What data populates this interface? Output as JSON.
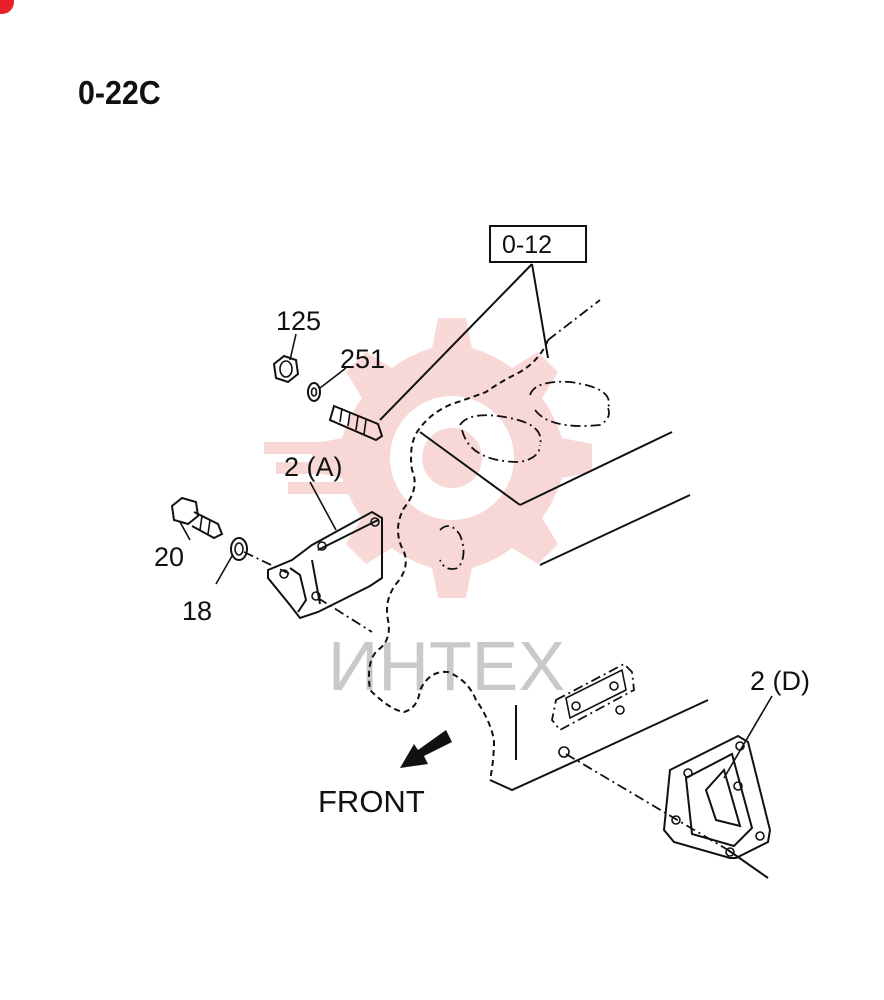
{
  "page": {
    "title": "0-22C"
  },
  "reference": {
    "label": "0-12"
  },
  "callouts": {
    "nut": "125",
    "washer_small": "251",
    "bracket_a": "2 (A)",
    "bolt": "20",
    "washer": "18",
    "bracket_d": "2 (D)"
  },
  "direction": {
    "label": "FRONT"
  },
  "watermark": {
    "text": "ИНТЕХ",
    "color": "#f2b3b3"
  },
  "colors": {
    "badge": "#e8202a",
    "line": "#111111"
  }
}
